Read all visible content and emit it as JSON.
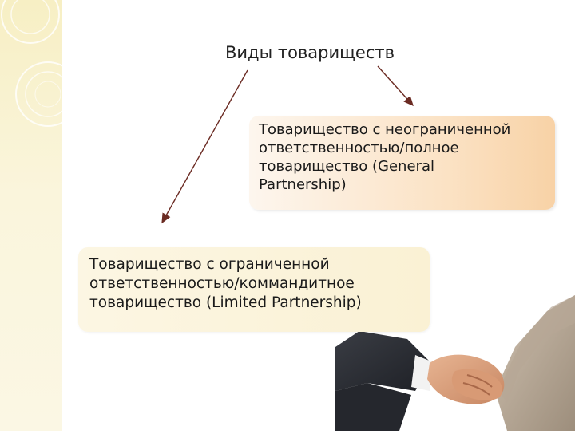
{
  "diagram": {
    "title": "Виды товариществ",
    "boxes": {
      "unlimited": {
        "lines": [
          "Товарищество с неограниченной",
          "ответственностью/полное",
          "товарищество (General",
          "Partnership)"
        ]
      },
      "limited": {
        "lines": [
          "Товарищество с ограниченной",
          "ответственностью/коммандитное",
          "товарищество (Limited Partnership)"
        ]
      }
    },
    "colors": {
      "sidebar": "#f7efc4",
      "box_unlimited_accent": "#f8d2a6",
      "box_limited": "#faf1d4",
      "arrow": "#6b2b23"
    },
    "decor": {
      "photo": "handshake-photo"
    }
  }
}
